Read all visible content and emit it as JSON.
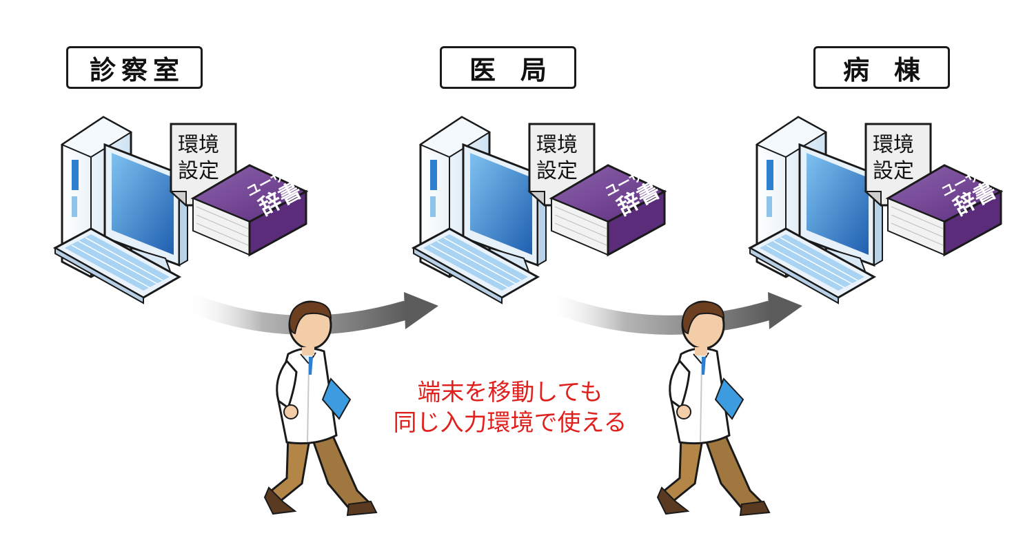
{
  "locations": [
    {
      "label": "診察室",
      "style": "tight"
    },
    {
      "label": "医局",
      "style": "spaced"
    },
    {
      "label": "病棟",
      "style": "spaced"
    }
  ],
  "note_label": "環境\n設定",
  "note_line1": "環境",
  "note_line2": "設定",
  "book_line1": "ユーザー",
  "book_line2": "辞書",
  "caption": {
    "line1": "端末を移動しても",
    "line2": "同じ入力環境で使える"
  },
  "colors": {
    "caption": "#e0201d",
    "book": "#6e3f8f",
    "monitor_screen": "#2f7fd0",
    "arrow": "#6a6a6a"
  }
}
